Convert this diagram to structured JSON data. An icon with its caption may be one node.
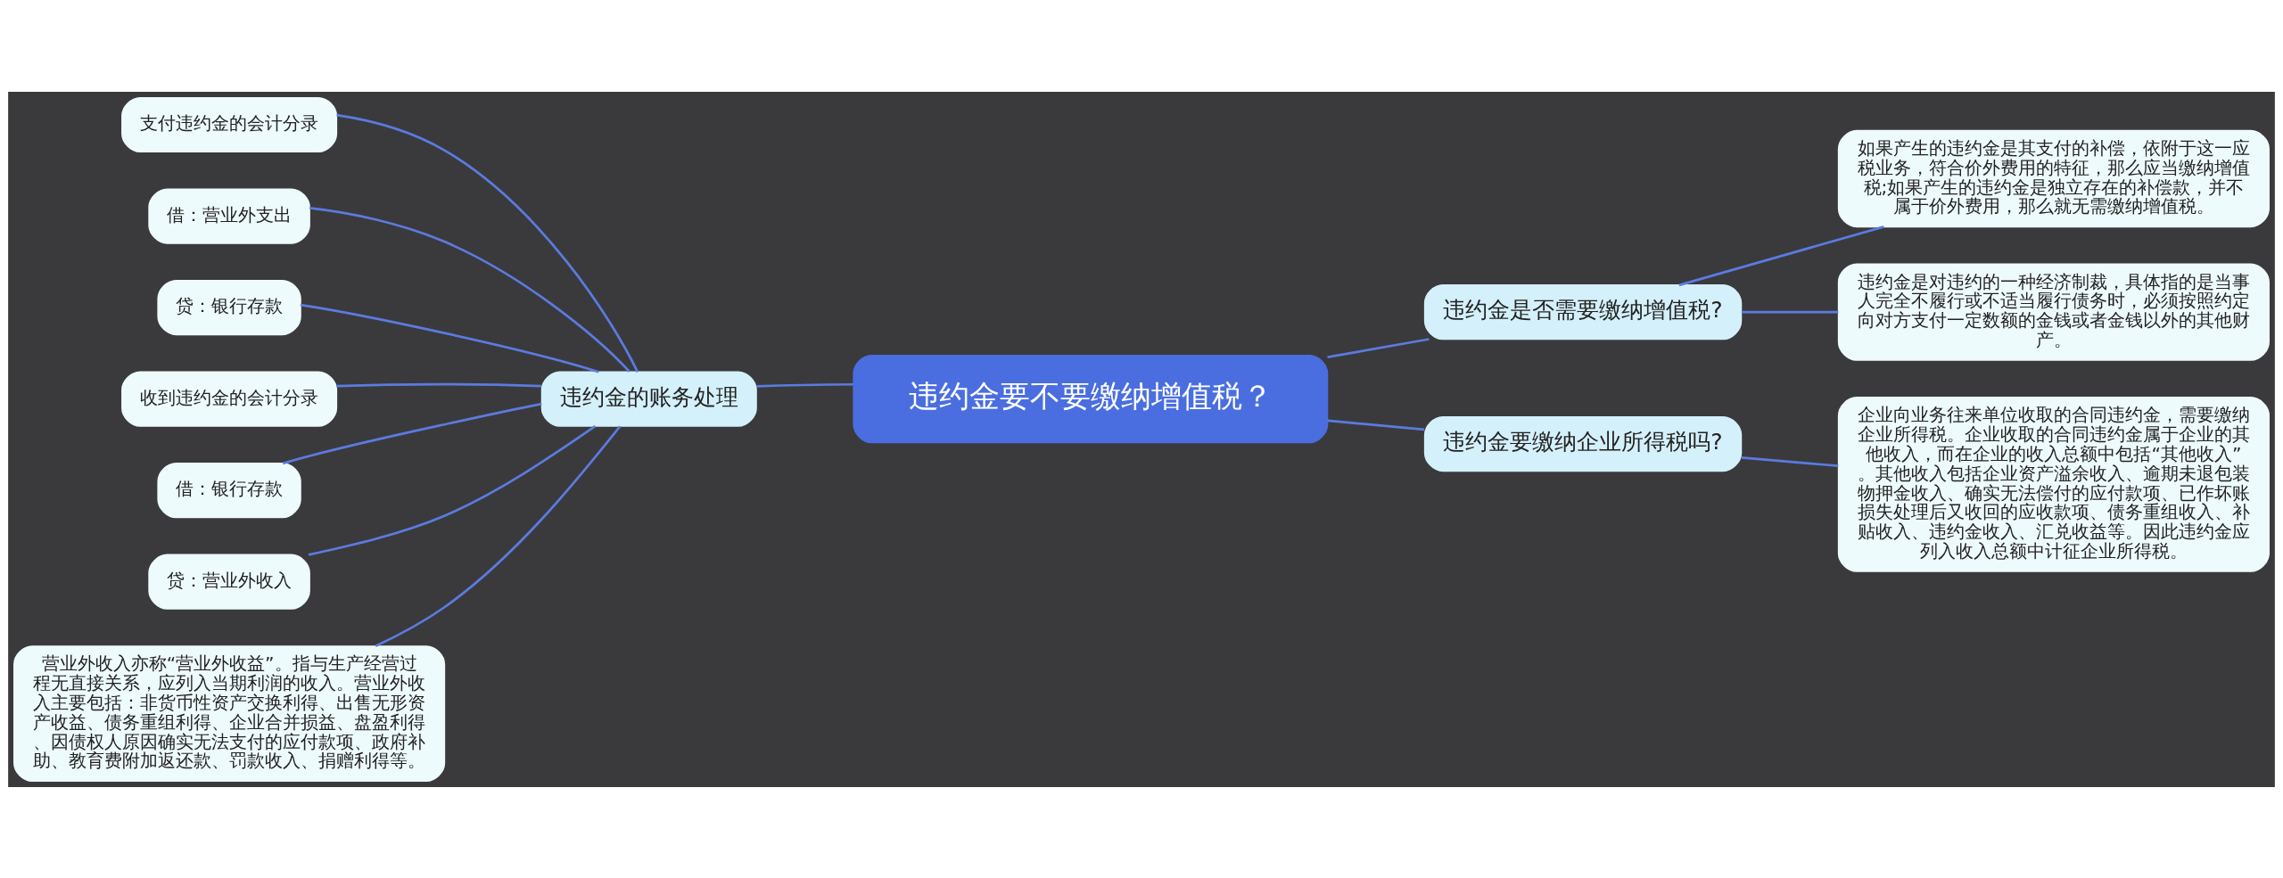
{
  "diagram": {
    "nodes": [
      {
        "text": [
          "违约金要不要缴纳增值税？"
        ]
      },
      {
        "text": [
          "违约金是否需要缴纳增值税?"
        ]
      },
      {
        "text": [
          "如果产生的违约金是其支付的补偿，依附于这一应税业务，符合价外费用的特征，那么应当缴纳增值税;如果产生的违约金是独立存在的补偿款，并不属于价外费用，那么就无需缴纳增值税。"
        ]
      },
      {
        "text": [
          "违约金是对违约的一种经济制裁，具体指的是当事人完全不履行或不适当履行债务时，必须按照约定向对方支付一定数额的金钱或者金钱以外的其他财产。"
        ]
      },
      {
        "text": [
          "违约金要缴纳企业所得税吗?"
        ]
      },
      {
        "text": [
          "企业向业务往来单位收取的合同违约金，需要缴纳企业所得税。企业收取的合同违约金属于企业的其他收入，而在企业的收入总额中包括“其他收入”。其他收入包括企业资产溢余收入、逾期未退包装物押金收入、确实无法偿付的应付款项、已作坏账损失处理后又收回的应收款项、债务重组收入、补贴收入、违约金收入、汇兑收益等。因此违约金应列入收入总额中计征企业所得税。"
        ]
      },
      {
        "text": [
          "违约金的账务处理"
        ]
      },
      {
        "text": [
          "支付违约金的会计分录"
        ]
      },
      {
        "text": [
          "借：营业外支出"
        ]
      },
      {
        "text": [
          "贷：银行存款"
        ]
      },
      {
        "text": [
          "收到违约金的会计分录"
        ]
      },
      {
        "text": [
          "借：银行存款"
        ]
      },
      {
        "text": [
          "贷：营业外收入"
        ]
      },
      {
        "text": [
          "营业外收入亦称“营业外收益”。指与生产经营过程无直接关系，应列入当期利润的收入。营业外收入主要包括：非货币性资产交换利得、出售无形资产收益、债务重组利得、企业合并损益、盘盈利得、因债权人原因确实无法支付的应付款项、政府补助、教育费附加返还款、罚款收入、捐赠利得等。"
        ]
      }
    ],
    "edges": [
      {
        "from": 0,
        "to": 1,
        "arrow": "none"
      },
      {
        "from": 1,
        "to": 2,
        "arrow": "none"
      },
      {
        "from": 1,
        "to": 3,
        "arrow": "none"
      },
      {
        "from": 0,
        "to": 4,
        "arrow": "none"
      },
      {
        "from": 4,
        "to": 5,
        "arrow": "none"
      },
      {
        "from": 0,
        "to": 6,
        "arrow": "none"
      },
      {
        "from": 6,
        "to": 7,
        "arrow": "none"
      },
      {
        "from": 6,
        "to": 8,
        "arrow": "none"
      },
      {
        "from": 6,
        "to": 9,
        "arrow": "none"
      },
      {
        "from": 6,
        "to": 10,
        "arrow": "none"
      },
      {
        "from": 6,
        "to": 11,
        "arrow": "none"
      },
      {
        "from": 6,
        "to": 12,
        "arrow": "none"
      },
      {
        "from": 6,
        "to": 13,
        "arrow": "none"
      }
    ]
  }
}
